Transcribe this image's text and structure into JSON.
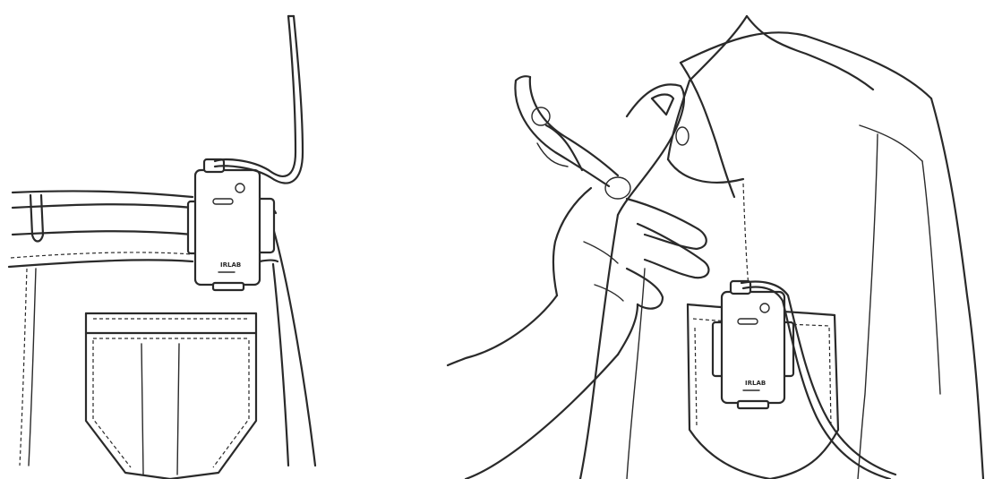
{
  "figure": {
    "panels": [
      {
        "id": "left",
        "device_mark": "IRLAB"
      },
      {
        "id": "right",
        "device_mark": "IRLAB"
      }
    ]
  }
}
